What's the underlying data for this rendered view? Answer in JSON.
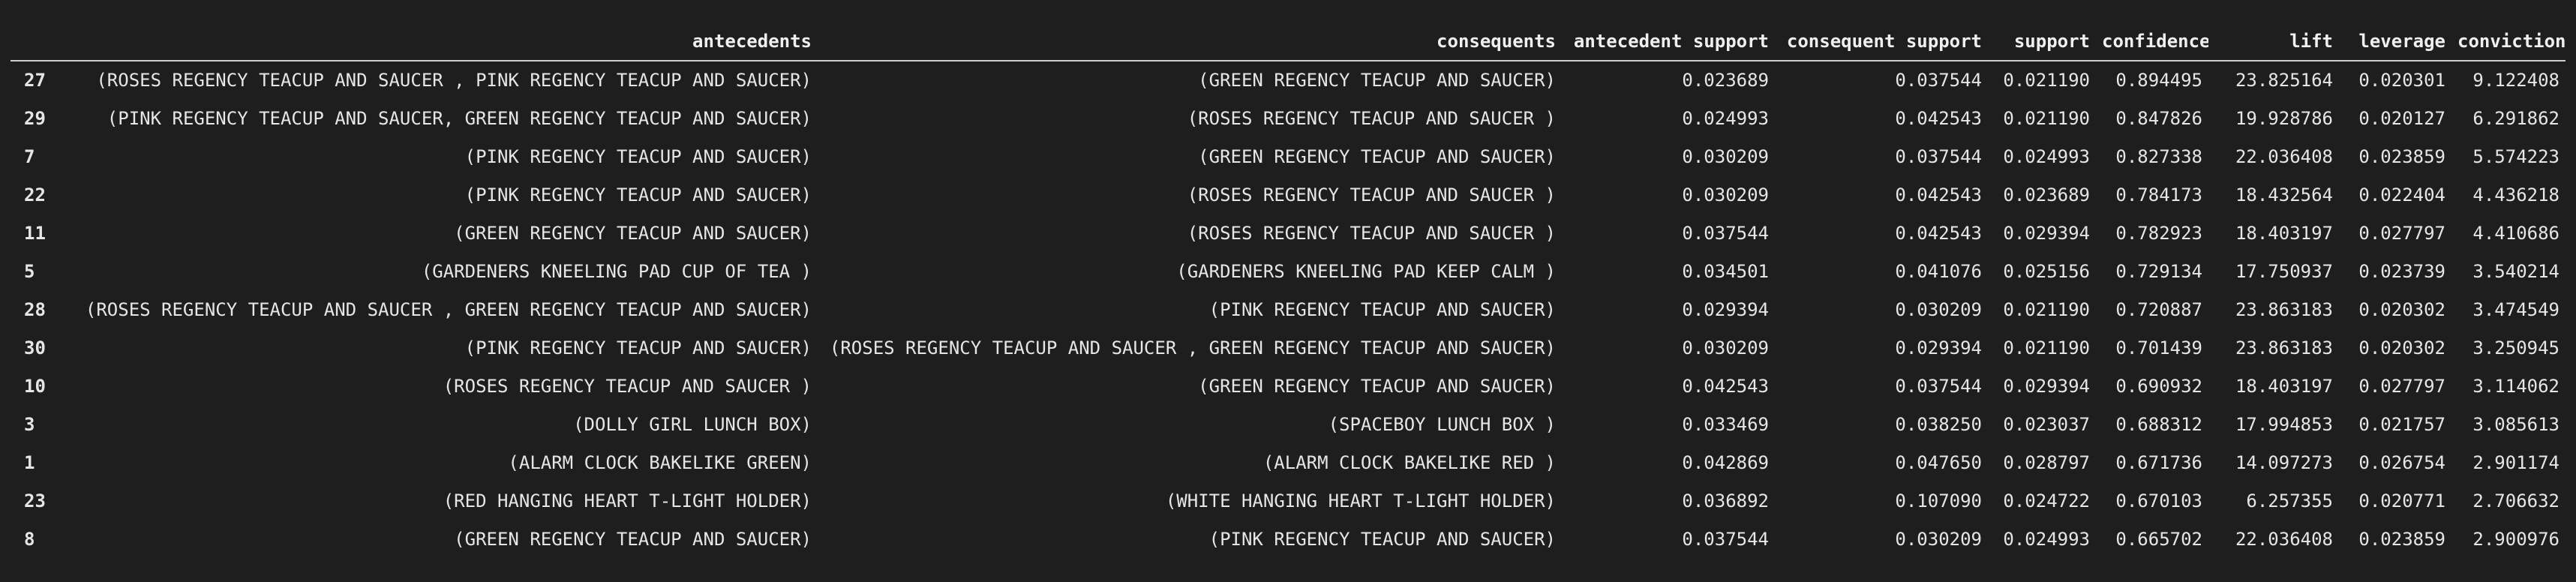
{
  "table": {
    "columns": [
      "",
      "antecedents",
      "consequents",
      "antecedent support",
      "consequent support",
      "support",
      "confidence",
      "lift",
      "leverage",
      "conviction"
    ],
    "rows": [
      [
        "27",
        "(ROSES REGENCY TEACUP AND SAUCER , PINK REGENCY TEACUP AND SAUCER)",
        "(GREEN REGENCY TEACUP AND SAUCER)",
        "0.023689",
        "0.037544",
        "0.021190",
        "0.894495",
        "23.825164",
        "0.020301",
        "9.122408"
      ],
      [
        "29",
        "(PINK REGENCY TEACUP AND SAUCER, GREEN REGENCY TEACUP AND SAUCER)",
        "(ROSES REGENCY TEACUP AND SAUCER )",
        "0.024993",
        "0.042543",
        "0.021190",
        "0.847826",
        "19.928786",
        "0.020127",
        "6.291862"
      ],
      [
        "7",
        "(PINK REGENCY TEACUP AND SAUCER)",
        "(GREEN REGENCY TEACUP AND SAUCER)",
        "0.030209",
        "0.037544",
        "0.024993",
        "0.827338",
        "22.036408",
        "0.023859",
        "5.574223"
      ],
      [
        "22",
        "(PINK REGENCY TEACUP AND SAUCER)",
        "(ROSES REGENCY TEACUP AND SAUCER )",
        "0.030209",
        "0.042543",
        "0.023689",
        "0.784173",
        "18.432564",
        "0.022404",
        "4.436218"
      ],
      [
        "11",
        "(GREEN REGENCY TEACUP AND SAUCER)",
        "(ROSES REGENCY TEACUP AND SAUCER )",
        "0.037544",
        "0.042543",
        "0.029394",
        "0.782923",
        "18.403197",
        "0.027797",
        "4.410686"
      ],
      [
        "5",
        "(GARDENERS KNEELING PAD CUP OF TEA )",
        "(GARDENERS KNEELING PAD KEEP CALM )",
        "0.034501",
        "0.041076",
        "0.025156",
        "0.729134",
        "17.750937",
        "0.023739",
        "3.540214"
      ],
      [
        "28",
        "(ROSES REGENCY TEACUP AND SAUCER , GREEN REGENCY TEACUP AND SAUCER)",
        "(PINK REGENCY TEACUP AND SAUCER)",
        "0.029394",
        "0.030209",
        "0.021190",
        "0.720887",
        "23.863183",
        "0.020302",
        "3.474549"
      ],
      [
        "30",
        "(PINK REGENCY TEACUP AND SAUCER)",
        "(ROSES REGENCY TEACUP AND SAUCER , GREEN REGENCY TEACUP AND SAUCER)",
        "0.030209",
        "0.029394",
        "0.021190",
        "0.701439",
        "23.863183",
        "0.020302",
        "3.250945"
      ],
      [
        "10",
        "(ROSES REGENCY TEACUP AND SAUCER )",
        "(GREEN REGENCY TEACUP AND SAUCER)",
        "0.042543",
        "0.037544",
        "0.029394",
        "0.690932",
        "18.403197",
        "0.027797",
        "3.114062"
      ],
      [
        "3",
        "(DOLLY GIRL LUNCH BOX)",
        "(SPACEBOY LUNCH BOX )",
        "0.033469",
        "0.038250",
        "0.023037",
        "0.688312",
        "17.994853",
        "0.021757",
        "3.085613"
      ],
      [
        "1",
        "(ALARM CLOCK BAKELIKE GREEN)",
        "(ALARM CLOCK BAKELIKE RED )",
        "0.042869",
        "0.047650",
        "0.028797",
        "0.671736",
        "14.097273",
        "0.026754",
        "2.901174"
      ],
      [
        "23",
        "(RED HANGING HEART T-LIGHT HOLDER)",
        "(WHITE HANGING HEART T-LIGHT HOLDER)",
        "0.036892",
        "0.107090",
        "0.024722",
        "0.670103",
        "6.257355",
        "0.020771",
        "2.706632"
      ],
      [
        "8",
        "(GREEN REGENCY TEACUP AND SAUCER)",
        "(PINK REGENCY TEACUP AND SAUCER)",
        "0.037544",
        "0.030209",
        "0.024993",
        "0.665702",
        "22.036408",
        "0.023859",
        "2.900976"
      ]
    ]
  },
  "colors": {
    "background": "#1e1e1e",
    "text": "#e6e6e6",
    "header_rule": "#cfcfcf"
  }
}
